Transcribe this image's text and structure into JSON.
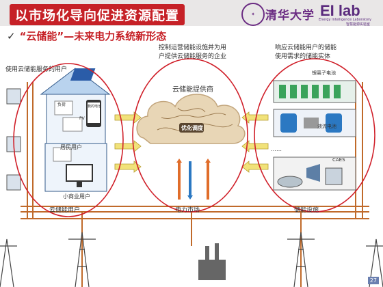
{
  "header": {
    "title": "以市场化导向促进资源配置",
    "logo_cn": "清华大学",
    "logo_lab": "EI lab",
    "logo_sub": "Energy Intelligence Laboratory",
    "logo_sub2": "智慧能源实验室"
  },
  "subtitle": "“云储能”—未来电力系统新形态",
  "annotations": {
    "users_note": "使用云储能服务的用户",
    "operator_note_1": "控制运营储能设施并为用",
    "operator_note_2": "户提供云储能服务的企业",
    "facility_note_1": "响应云储能用户的储能",
    "facility_note_2": "使用需求的储能实体"
  },
  "labels": {
    "provider": "云储能提供商",
    "dispatch": "优化调度",
    "residential": "居民用户",
    "small_business": "小商业用户",
    "users": "云储能用户",
    "market": "电力市场",
    "facilities": "储能设施",
    "li_battery": "锂离子电池",
    "flow_battery": "液流电池",
    "ellipsis": "……",
    "caes": "CAES",
    "load": "负荷",
    "pv": "PV",
    "my_battery": "我的电池"
  },
  "page_number": "27",
  "colors": {
    "accent_red": "#c62127",
    "ellipse_red": "#d0202a",
    "line_orange": "#c06a2a",
    "arrow_yellow": "#f1e27a",
    "cloud": "#e8d6b6"
  }
}
